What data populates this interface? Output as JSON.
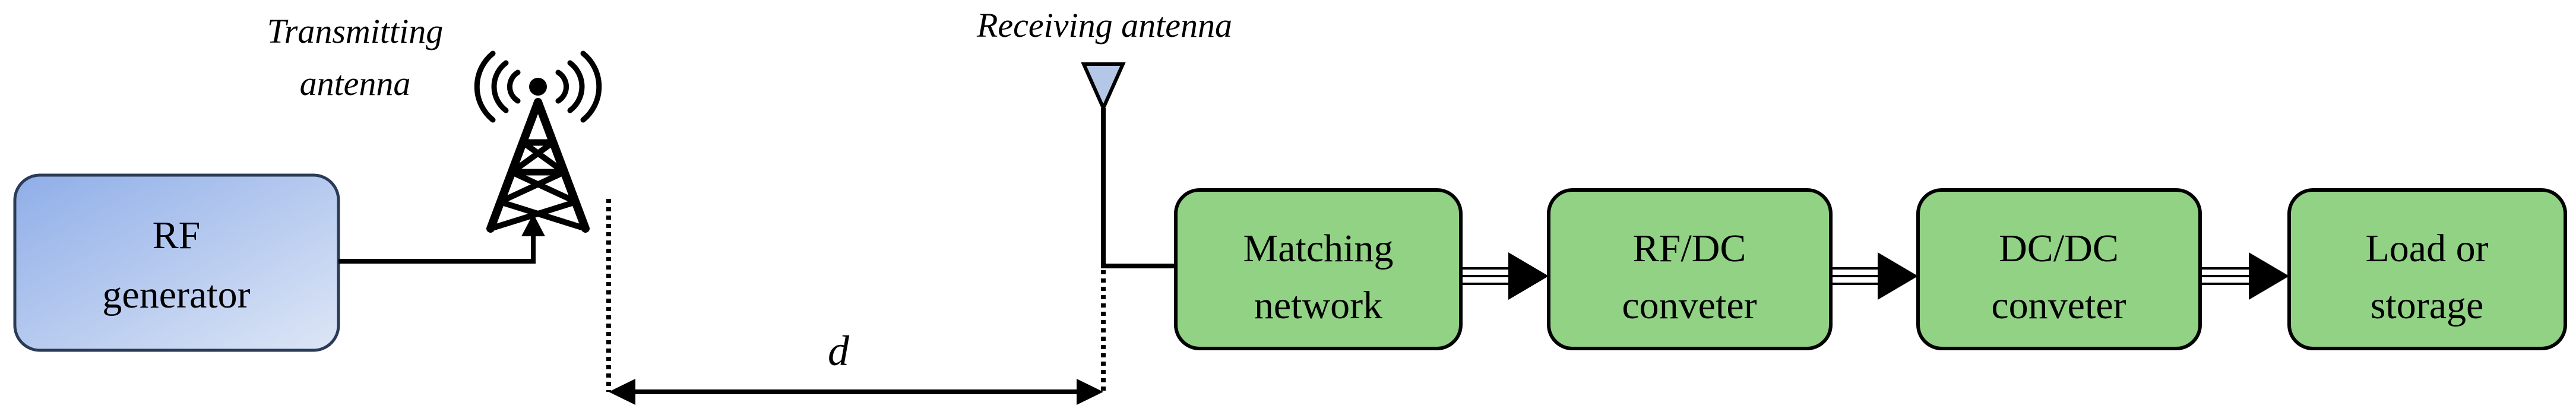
{
  "labels": {
    "transmitting_line1": "Transmitting",
    "transmitting_line2": "antenna",
    "receiving": "Receiving antenna",
    "distance": "d"
  },
  "blocks": {
    "rf_generator": {
      "line1": "RF",
      "line2": "generator"
    },
    "matching": {
      "line1": "Matching",
      "line2": "network"
    },
    "rfdc": {
      "line1": "RF/DC",
      "line2": "conveter"
    },
    "dcdc": {
      "line1": "DC/DC",
      "line2": "conveter"
    },
    "load": {
      "line1": "Load or",
      "line2": "storage"
    }
  },
  "colors": {
    "generator_fill_start": "#8faee8",
    "generator_fill_end": "#dde6f6",
    "block_fill": "#92d285",
    "receiving_antenna_fill": "#b4c7e7",
    "stroke": "#000000"
  }
}
